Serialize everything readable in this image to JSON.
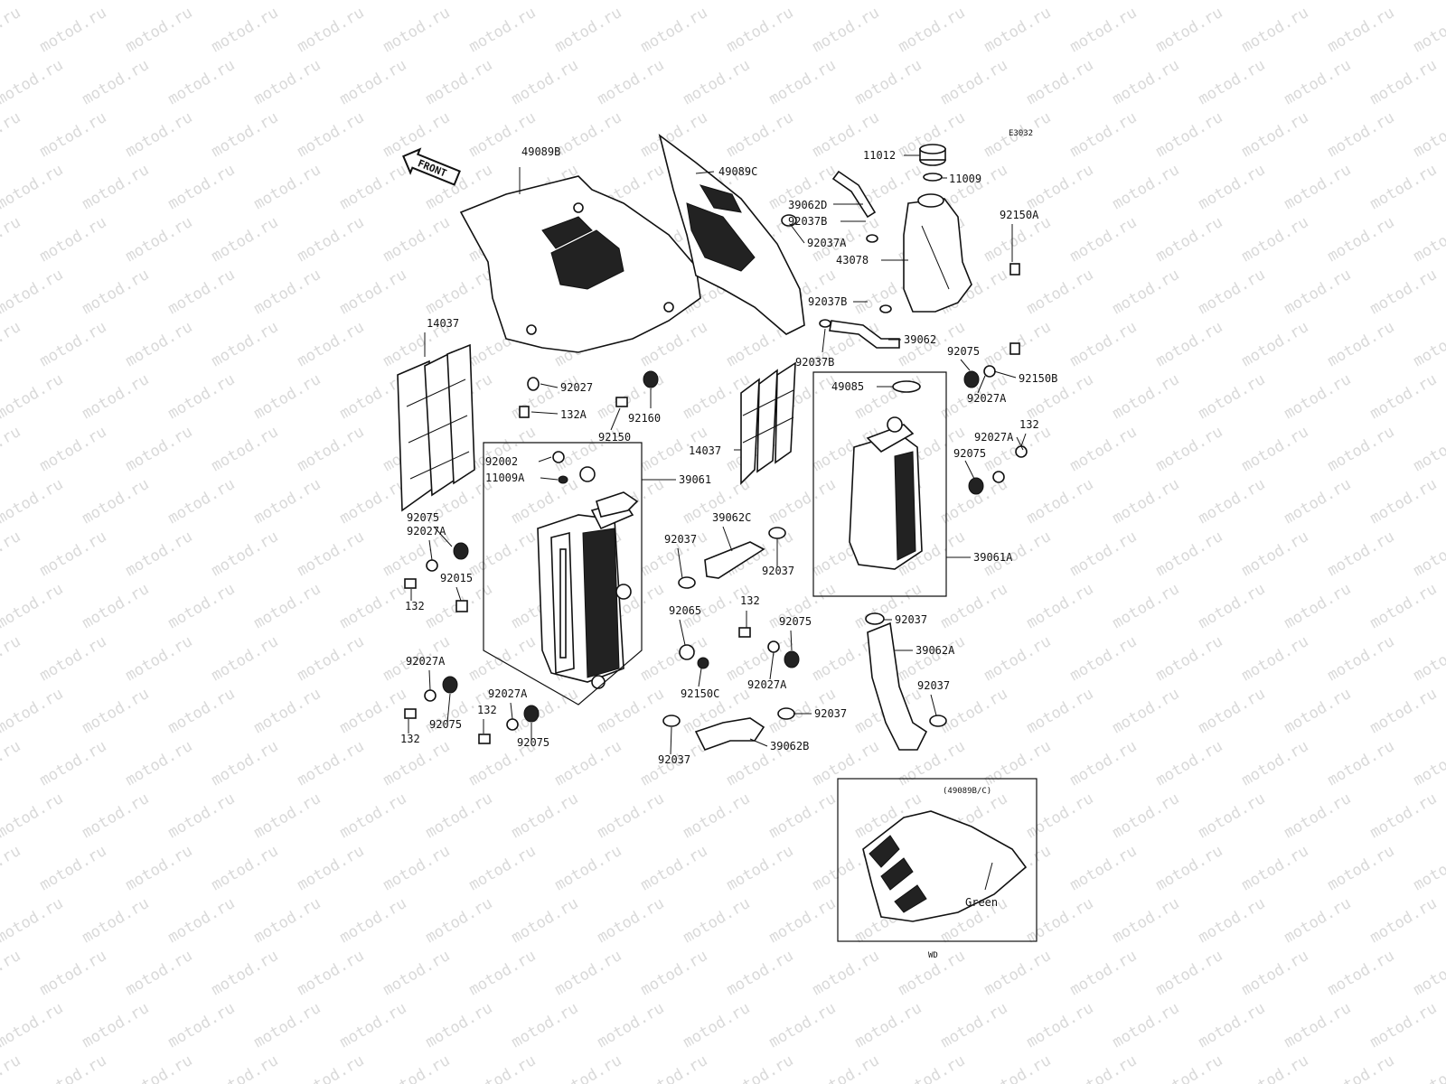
{
  "diagram_code": "E3032",
  "front_arrow_label": "FRONT",
  "watermark_text": "motod.ru",
  "inset": {
    "title": "(49089B/C)",
    "color_callout": "Green",
    "model_label": "WD"
  },
  "callouts": [
    {
      "id": "c1",
      "text": "49089B"
    },
    {
      "id": "c2",
      "text": "49089C"
    },
    {
      "id": "c3",
      "text": "11012"
    },
    {
      "id": "c4",
      "text": "11009"
    },
    {
      "id": "c5",
      "text": "39062D"
    },
    {
      "id": "c6",
      "text": "92037B"
    },
    {
      "id": "c7",
      "text": "92037A"
    },
    {
      "id": "c8",
      "text": "43078"
    },
    {
      "id": "c9",
      "text": "92150A"
    },
    {
      "id": "c10",
      "text": "92037B"
    },
    {
      "id": "c11",
      "text": "39062"
    },
    {
      "id": "c12",
      "text": "92037B"
    },
    {
      "id": "c13",
      "text": "14037"
    },
    {
      "id": "c14",
      "text": "92027"
    },
    {
      "id": "c15",
      "text": "132A"
    },
    {
      "id": "c16",
      "text": "92150"
    },
    {
      "id": "c17",
      "text": "92160"
    },
    {
      "id": "c18",
      "text": "92075"
    },
    {
      "id": "c19",
      "text": "92150B"
    },
    {
      "id": "c20",
      "text": "49085"
    },
    {
      "id": "c21",
      "text": "92027A"
    },
    {
      "id": "c22",
      "text": "132"
    },
    {
      "id": "c23",
      "text": "92027A"
    },
    {
      "id": "c24",
      "text": "92075"
    },
    {
      "id": "c25",
      "text": "14037"
    },
    {
      "id": "c26",
      "text": "92002"
    },
    {
      "id": "c27",
      "text": "11009A"
    },
    {
      "id": "c28",
      "text": "39061"
    },
    {
      "id": "c29",
      "text": "92075"
    },
    {
      "id": "c30",
      "text": "92027A"
    },
    {
      "id": "c31",
      "text": "132"
    },
    {
      "id": "c32",
      "text": "92015"
    },
    {
      "id": "c33",
      "text": "39062C"
    },
    {
      "id": "c34",
      "text": "92037"
    },
    {
      "id": "c35",
      "text": "92037"
    },
    {
      "id": "c36",
      "text": "39061A"
    },
    {
      "id": "c37",
      "text": "92037"
    },
    {
      "id": "c38",
      "text": "92065"
    },
    {
      "id": "c39",
      "text": "132"
    },
    {
      "id": "c40",
      "text": "92075"
    },
    {
      "id": "c41",
      "text": "39062A"
    },
    {
      "id": "c42",
      "text": "92150C"
    },
    {
      "id": "c43",
      "text": "92027A"
    },
    {
      "id": "c44",
      "text": "92027A"
    },
    {
      "id": "c45",
      "text": "92075"
    },
    {
      "id": "c46",
      "text": "132"
    },
    {
      "id": "c47",
      "text": "92027A"
    },
    {
      "id": "c48",
      "text": "132"
    },
    {
      "id": "c49",
      "text": "92075"
    },
    {
      "id": "c50",
      "text": "92037"
    },
    {
      "id": "c51",
      "text": "92037"
    },
    {
      "id": "c52",
      "text": "39062B"
    },
    {
      "id": "c53",
      "text": "92037"
    }
  ]
}
